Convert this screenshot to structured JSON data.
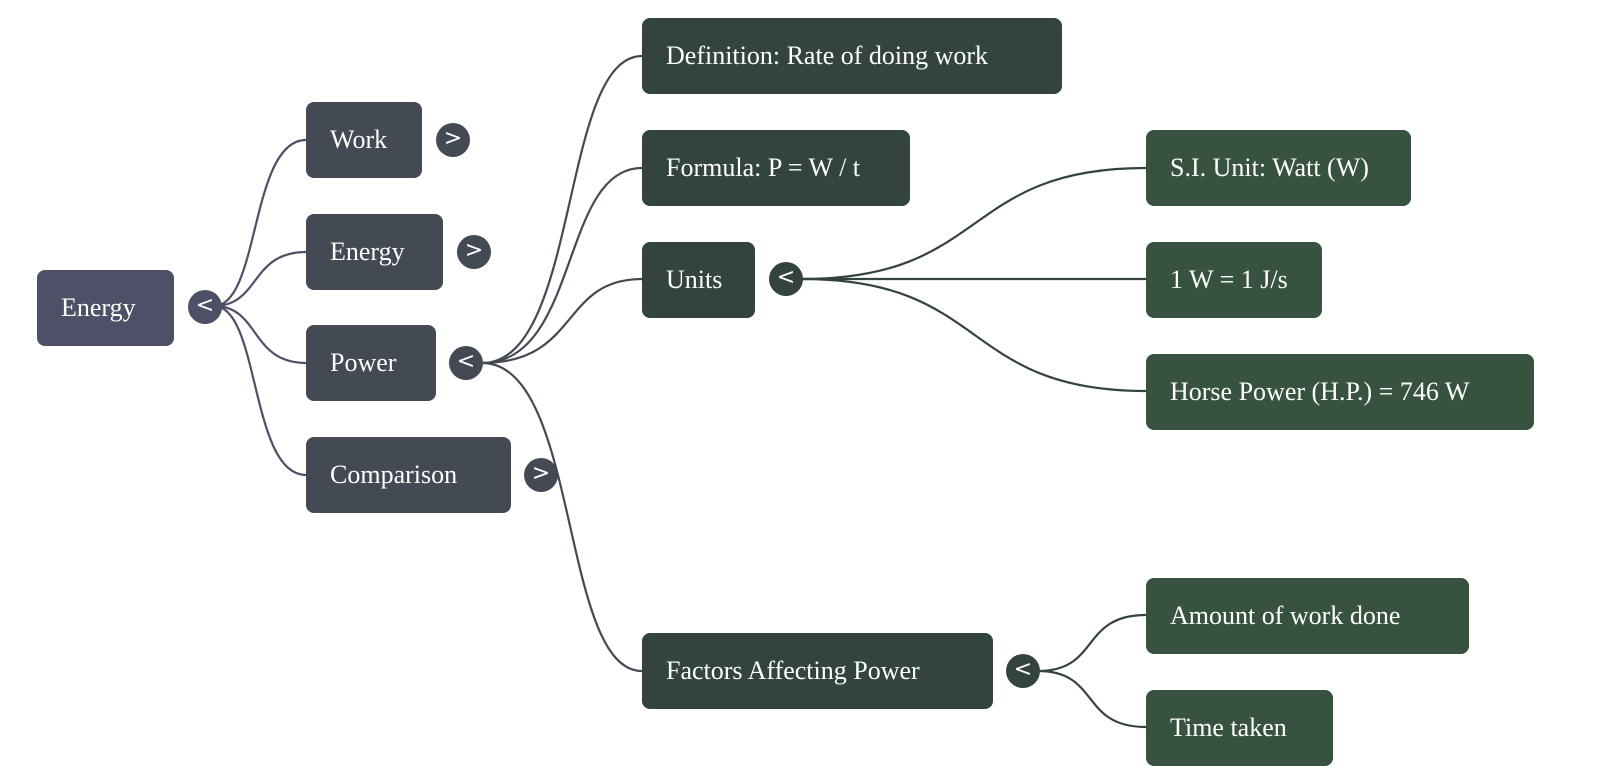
{
  "colors": {
    "root": "#4d5066",
    "level1": "#444a54",
    "level2": "#33433e",
    "level3": "#37533f",
    "edge_root": "#4d5066",
    "edge_level1": "#444a54",
    "edge_level2": "#33433e"
  },
  "icons": {
    "collapse": "chevron-left-icon",
    "expand": "chevron-right-icon"
  },
  "toggle_glyphs": {
    "collapse": "<",
    "expand": ">"
  },
  "mindmap": {
    "root": {
      "label": "Energy",
      "state": "expanded"
    },
    "level1": [
      {
        "label": "Work",
        "state": "collapsed"
      },
      {
        "label": "Energy",
        "state": "collapsed"
      },
      {
        "label": "Power",
        "state": "expanded"
      },
      {
        "label": "Comparison",
        "state": "collapsed"
      }
    ],
    "power_children": [
      {
        "label": "Definition: Rate of doing work"
      },
      {
        "label": "Formula: P = W / t"
      },
      {
        "label": "Units",
        "state": "expanded"
      },
      {
        "label": "Factors Affecting Power",
        "state": "expanded"
      }
    ],
    "units_children": [
      {
        "label": "S.I. Unit: Watt (W)"
      },
      {
        "label": "1 W = 1 J/s"
      },
      {
        "label": "Horse Power (H.P.) = 746 W"
      }
    ],
    "factors_children": [
      {
        "label": "Amount of work done"
      },
      {
        "label": "Time taken"
      }
    ]
  }
}
